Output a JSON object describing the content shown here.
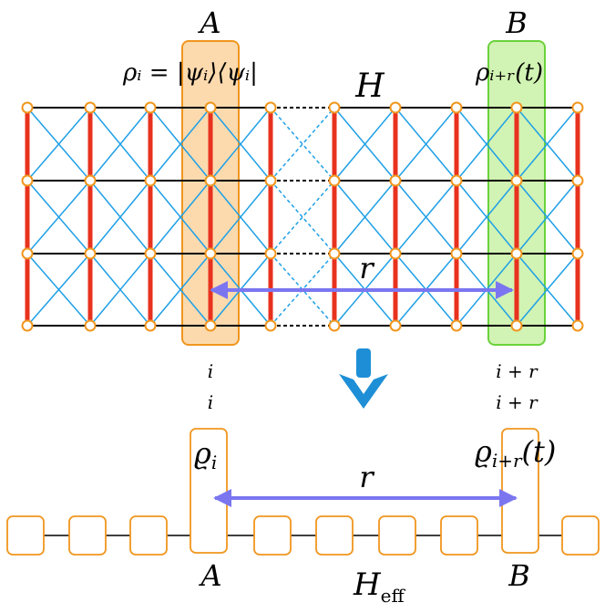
{
  "colors": {
    "rung": "#e8321e",
    "rail": "#000000",
    "diagonal": "#1ea0e6",
    "node_stroke": "#f0961e",
    "box_A_fill": "#fbd3a0",
    "box_A_stroke": "#f0961e",
    "box_B_fill": "#c9f1a6",
    "box_B_stroke": "#6ad23c",
    "distance_arrow": "#7b76f0",
    "down_arrow": "#1e8fd6",
    "chain_box_stroke": "#f0961e"
  },
  "top": {
    "label_A": "A",
    "label_B": "B",
    "label_H": "H",
    "rho_i": "ρᵢ = |ψᵢ⟩⟨ψᵢ|",
    "rho_i_r": "ρᵢ₊ᵣ(t)",
    "distance": "r",
    "site_i": "i",
    "site_i_r": "i + r"
  },
  "bottom": {
    "site_i": "i",
    "site_i_r": "i + r",
    "varrho_i": "ϱ",
    "varrho_i_sub": "i",
    "varrho_ir": "ϱ",
    "varrho_ir_sub": "i+r",
    "varrho_ir_t": "(t)",
    "distance": "r",
    "label_A": "A",
    "label_B": "B",
    "heff": "H",
    "heff_sub": "eff"
  },
  "icons": {
    "down_arrow": "arrow-down-icon"
  }
}
